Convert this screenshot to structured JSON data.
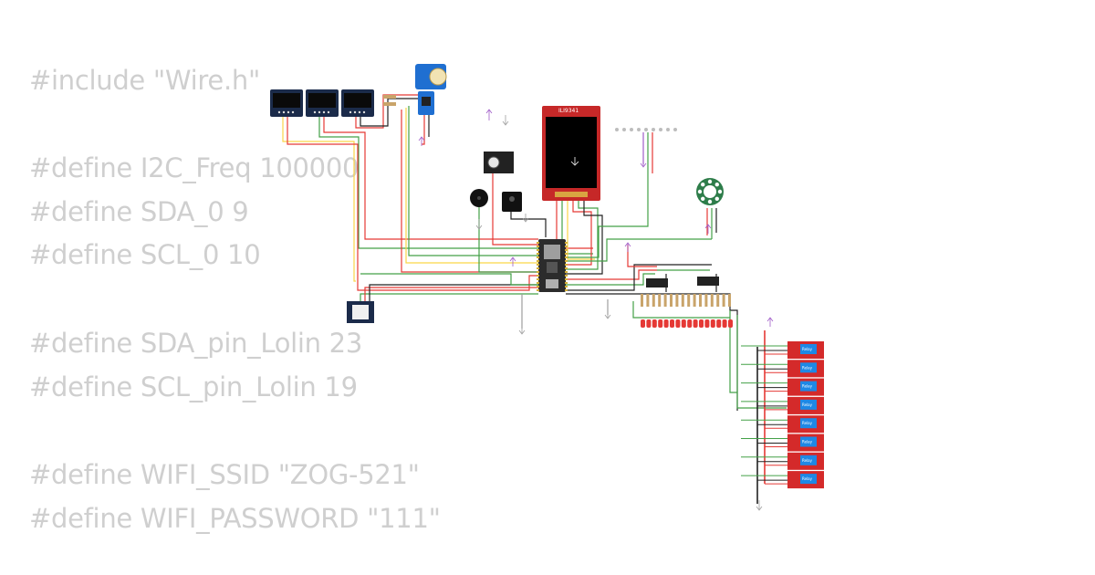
{
  "code_lines": [
    {
      "text": "#include \"Wire.h\""
    },
    {
      "text": "#define I2C_Freq 100000"
    },
    {
      "text": "#define SDA_0 9"
    },
    {
      "text": "#define SCL_0 10"
    },
    {
      "text": "#define SDA_pin_Lolin 23"
    },
    {
      "text": "#define SCL_pin_Lolin 19"
    },
    {
      "text": "#define WIFI_SSID \"ZOG-521\""
    },
    {
      "text": "#define WIFI_PASSWORD \"111\""
    }
  ],
  "diagram": {
    "tft_label": "ILI9341",
    "relay_label": "Relay",
    "relay_count": 8,
    "oled_count": 3,
    "led_count": 16,
    "resistor_count": 16,
    "shift_register_count": 2,
    "header_pin_count": 9,
    "colors": {
      "board": "#2c2c2c",
      "relay": "#d42a2a",
      "tft": "#c62828",
      "oled": "#1b2b4a",
      "led": "#e53935",
      "wire_red": "#e53935",
      "wire_green": "#43a047",
      "wire_yellow": "#f9d648",
      "wire_black": "#222222",
      "wire_gray": "#9e9e9e"
    }
  }
}
